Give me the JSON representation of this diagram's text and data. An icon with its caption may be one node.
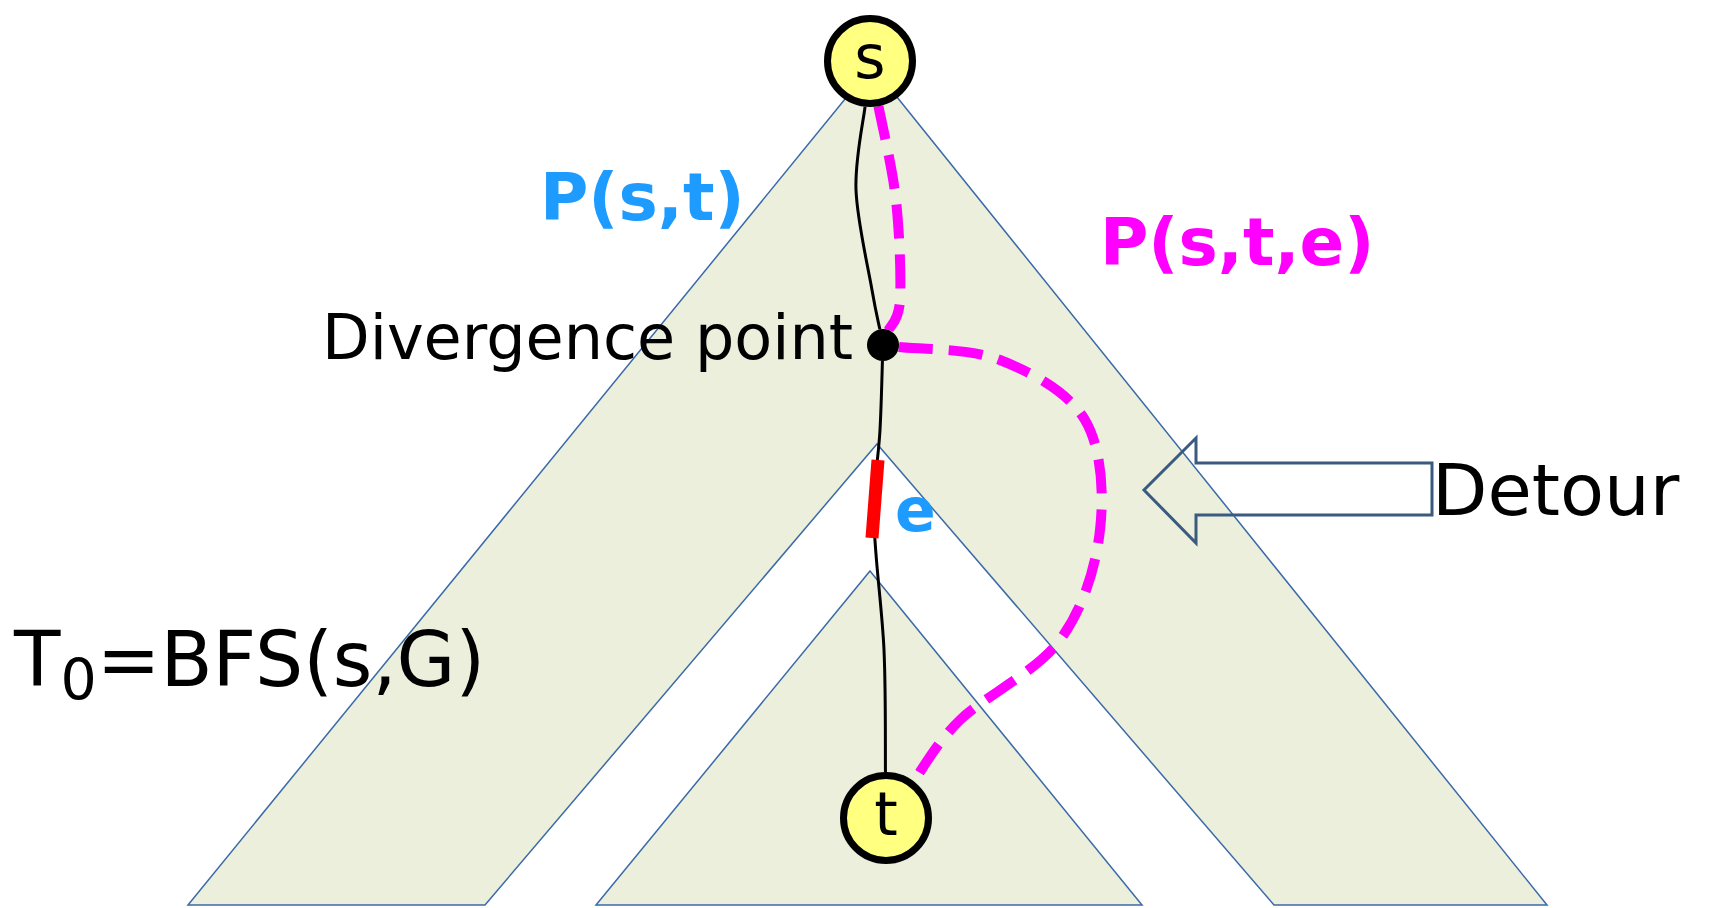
{
  "diagram": {
    "nodes": [
      {
        "text": [
          "s"
        ]
      },
      {
        "text": [
          "t"
        ]
      },
      {
        "text": [],
        "shape": "circle",
        "beside": [
          "Divergence point"
        ]
      },
      {
        "text": [
          "Detour"
        ]
      }
    ],
    "edges": [
      {
        "from": 0,
        "to": 2,
        "arrow": "none"
      },
      {
        "from": 2,
        "to": 1,
        "arrow": "none"
      },
      {
        "from": 0,
        "to": 2,
        "arrow": "none",
        "style": "dashed",
        "color": "#ff00ff"
      },
      {
        "from": 2,
        "to": 1,
        "arrow": "none",
        "style": "dashed",
        "color": "#ff00ff"
      },
      {
        "from": 3,
        "to": null,
        "arrow": "to",
        "color": "#3b5a80"
      }
    ],
    "labels": [
      "P(s,t)",
      "P(s,t,e)",
      "e",
      "T$_{0}$=BFS(s,G)"
    ]
  }
}
